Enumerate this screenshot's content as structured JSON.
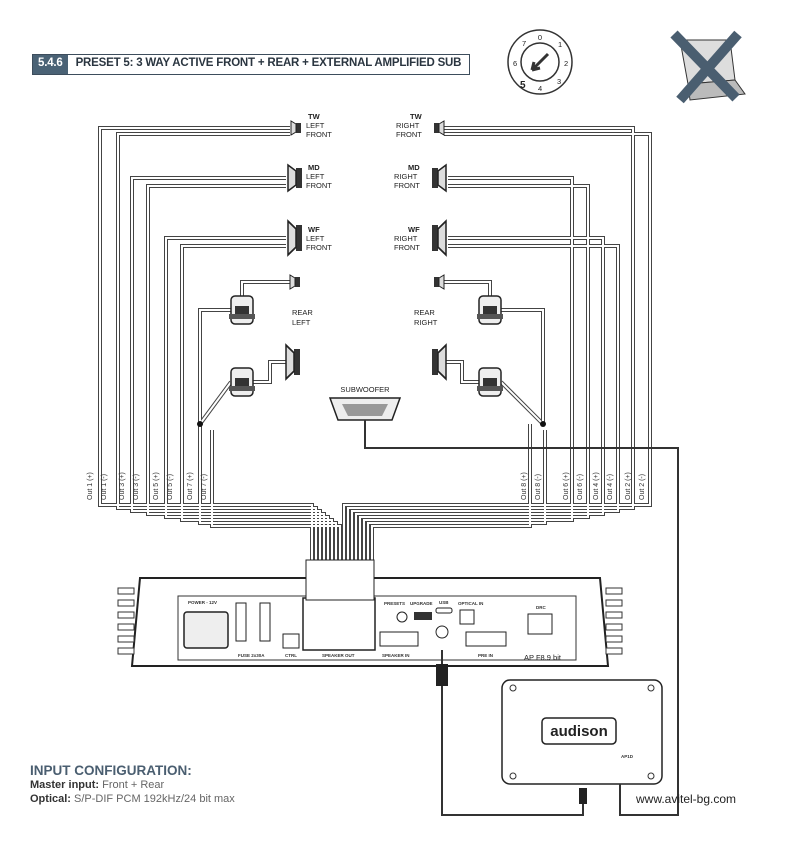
{
  "header": {
    "section": "5.4.6",
    "title": "PRESET 5: 3 WAY ACTIVE FRONT + REAR + EXTERNAL AMPLIFIED SUB"
  },
  "preset_dial": {
    "numbers": [
      "0",
      "1",
      "2",
      "3",
      "4",
      "5",
      "6",
      "7"
    ],
    "selected": "5"
  },
  "no_pc_icon": "laptop-crossed-icon",
  "speakers": {
    "tw_left": [
      "TW",
      "LEFT",
      "FRONT"
    ],
    "tw_right": [
      "TW",
      "RIGHT",
      "FRONT"
    ],
    "md_left": [
      "MD",
      "LEFT",
      "FRONT"
    ],
    "md_right": [
      "MD",
      "RIGHT",
      "FRONT"
    ],
    "wf_left": [
      "WF",
      "LEFT",
      "FRONT"
    ],
    "wf_right": [
      "WF",
      "RIGHT",
      "FRONT"
    ],
    "rear_left": [
      "REAR",
      "LEFT"
    ],
    "rear_right": [
      "REAR",
      "RIGHT"
    ],
    "sub": "SUBWOOFER"
  },
  "outputs_left": [
    "Out 1 (+)",
    "Out 1 (-)",
    "Out 3 (+)",
    "Out 3 (-)",
    "Out 5 (+)",
    "Out 5 (-)",
    "Out 7 (+)",
    "Out 7 (-)"
  ],
  "outputs_right": [
    "Out 8 (+)",
    "Out 8 (-)",
    "Out 6 (+)",
    "Out 6 (-)",
    "Out 4 (+)",
    "Out 4 (-)",
    "Out 2 (+)",
    "Out 2 (-)"
  ],
  "amp": {
    "power": "POWER - 12V",
    "fuse": "FUSE 2x30A",
    "ctrl": "CTRL",
    "speaker_out": "SPEAKER OUT",
    "presets": "PRESETS",
    "upgrade": "UPGRADE",
    "usb": "USB",
    "optical_in": "OPTICAL IN",
    "speaker_in": "SPEAKER IN",
    "pre_in": "PRE IN",
    "drc": "DRC",
    "model": "AP F8.9 bit"
  },
  "ext_amp": {
    "brand": "audison",
    "badge": "AP1D"
  },
  "input_config": {
    "heading": "INPUT CONFIGURATION:",
    "master_label": "Master input:",
    "master_value": "Front + Rear",
    "optical_label": "Optical:",
    "optical_value": "S/P-DIF PCM 192kHz/24 bit max"
  },
  "watermark": "www.avitel-bg.com"
}
